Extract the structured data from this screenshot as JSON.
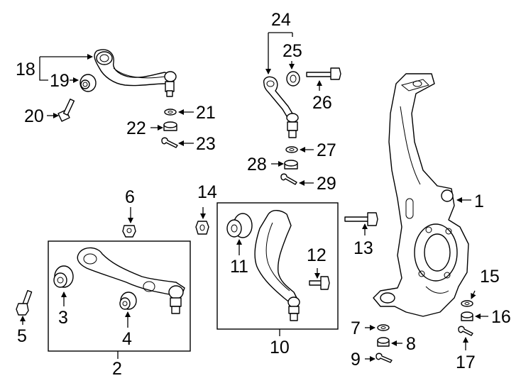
{
  "labels": {
    "n1": "1",
    "n2": "2",
    "n3": "3",
    "n4": "4",
    "n5": "5",
    "n6": "6",
    "n7": "7",
    "n8": "8",
    "n9": "9",
    "n10": "10",
    "n11": "11",
    "n12": "12",
    "n13": "13",
    "n14": "14",
    "n15": "15",
    "n16": "16",
    "n17": "17",
    "n18": "18",
    "n19": "19",
    "n20": "20",
    "n21": "21",
    "n22": "22",
    "n23": "23",
    "n24": "24",
    "n25": "25",
    "n26": "26",
    "n27": "27",
    "n28": "28",
    "n29": "29"
  }
}
